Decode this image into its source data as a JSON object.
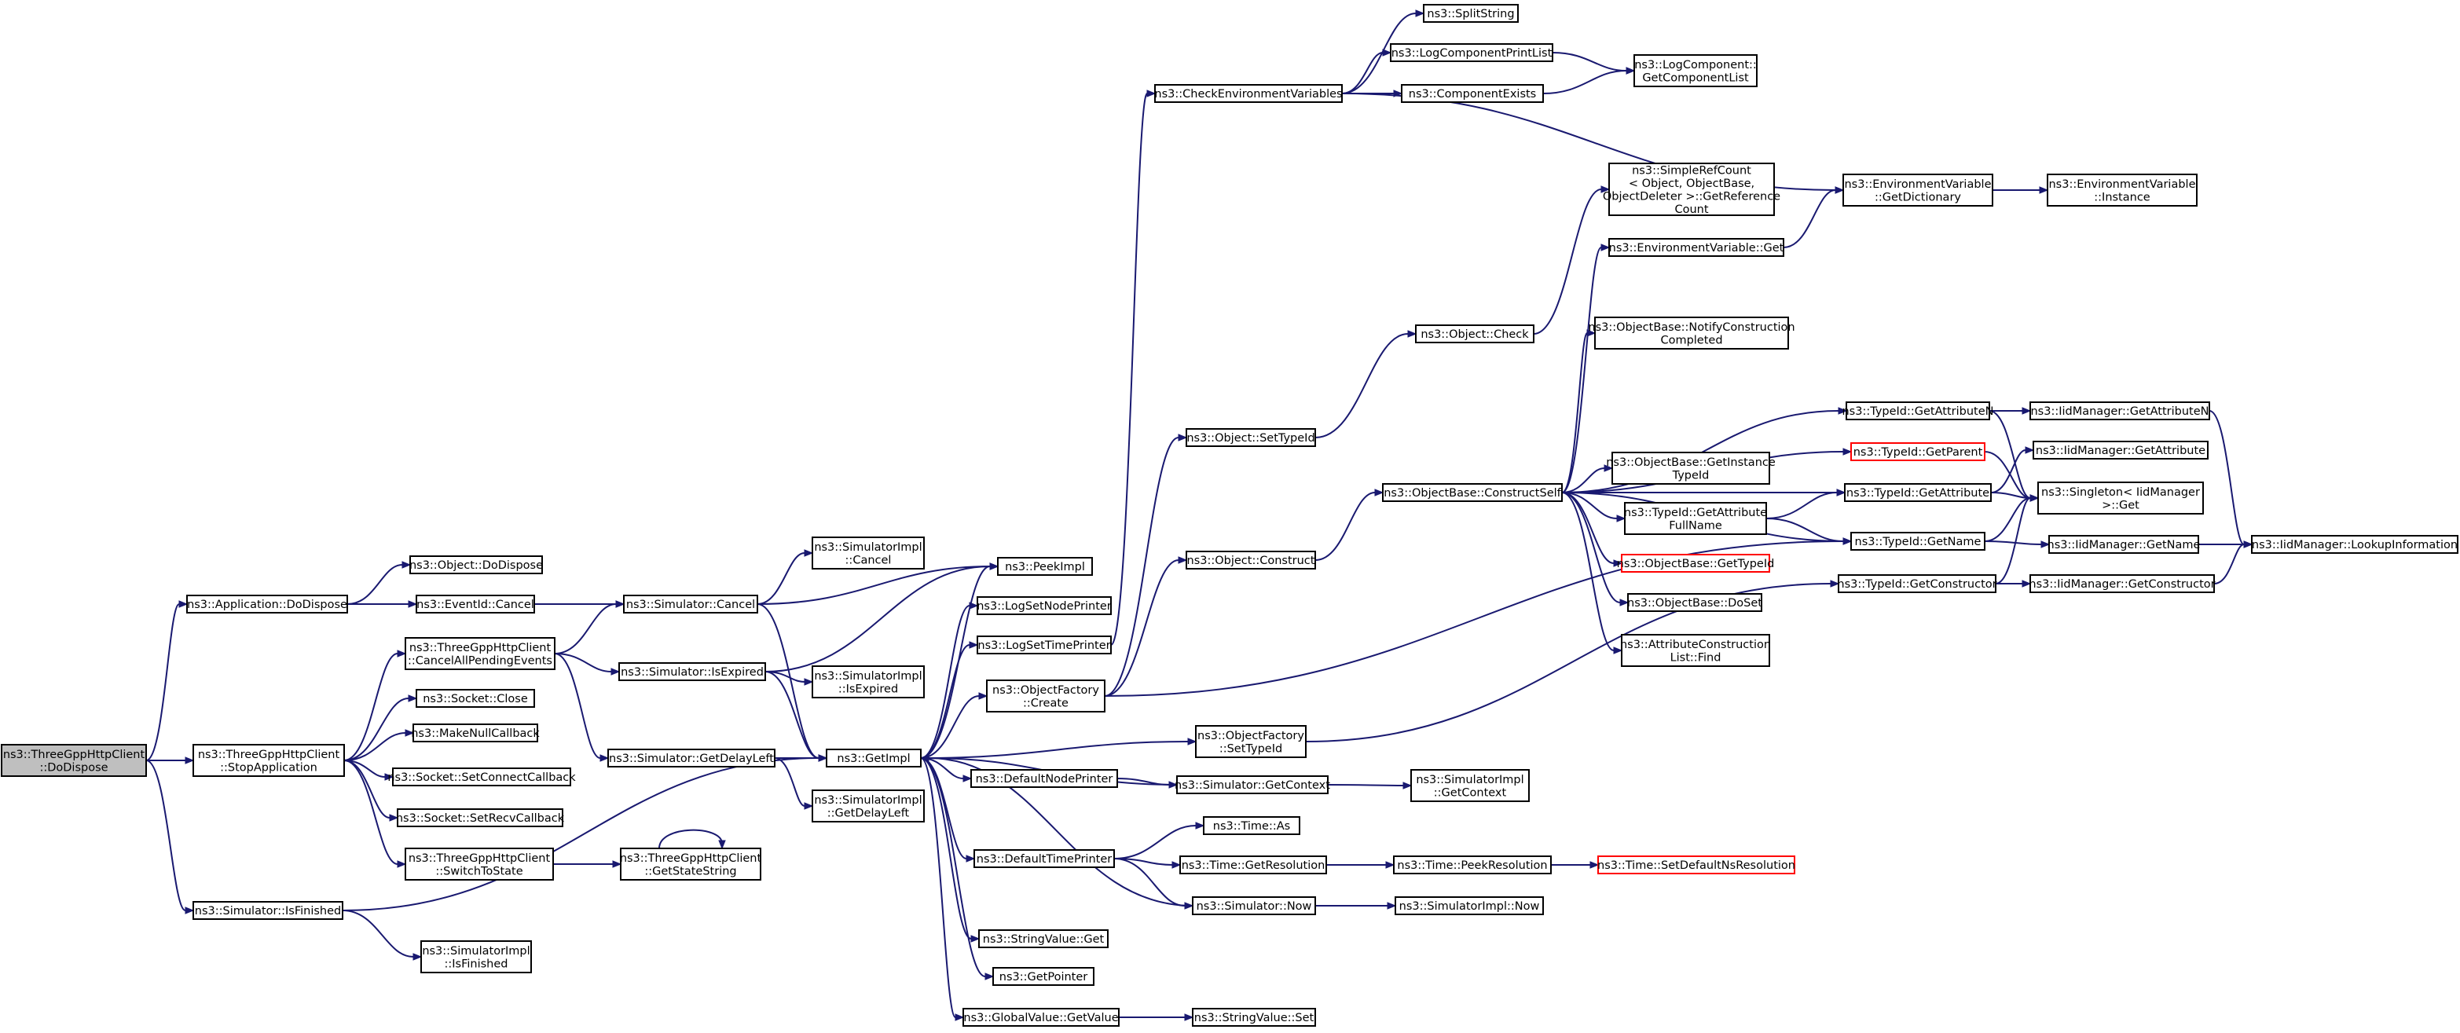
{
  "diagram": {
    "nodes": [
      {
        "id": "root",
        "lines": [
          "ns3::ThreeGppHttpClient",
          "::DoDispose"
        ],
        "style": "root"
      },
      {
        "id": "app_dodispose",
        "lines": [
          "ns3::Application::DoDispose"
        ]
      },
      {
        "id": "stopapp",
        "lines": [
          "ns3::ThreeGppHttpClient",
          "::StopApplication"
        ]
      },
      {
        "id": "sim_isfinished",
        "lines": [
          "ns3::Simulator::IsFinished"
        ]
      },
      {
        "id": "obj_dodispose",
        "lines": [
          "ns3::Object::DoDispose"
        ]
      },
      {
        "id": "eventid_cancel",
        "lines": [
          "ns3::EventId::Cancel"
        ]
      },
      {
        "id": "cancelall",
        "lines": [
          "ns3::ThreeGppHttpClient",
          "::CancelAllPendingEvents"
        ]
      },
      {
        "id": "socket_close",
        "lines": [
          "ns3::Socket::Close"
        ]
      },
      {
        "id": "makenullcb",
        "lines": [
          "ns3::MakeNullCallback"
        ]
      },
      {
        "id": "setconnectcb",
        "lines": [
          "ns3::Socket::SetConnectCallback"
        ]
      },
      {
        "id": "setrecvcb",
        "lines": [
          "ns3::Socket::SetRecvCallback"
        ]
      },
      {
        "id": "switchtostate",
        "lines": [
          "ns3::ThreeGppHttpClient",
          "::SwitchToState"
        ]
      },
      {
        "id": "simimpl_isfinished",
        "lines": [
          "ns3::SimulatorImpl",
          "::IsFinished"
        ]
      },
      {
        "id": "sim_cancel",
        "lines": [
          "ns3::Simulator::Cancel"
        ]
      },
      {
        "id": "sim_isexpired",
        "lines": [
          "ns3::Simulator::IsExpired"
        ]
      },
      {
        "id": "sim_getdelayleft",
        "lines": [
          "ns3::Simulator::GetDelayLeft"
        ]
      },
      {
        "id": "getstatestring",
        "lines": [
          "ns3::ThreeGppHttpClient",
          "::GetStateString"
        ]
      },
      {
        "id": "simimpl_cancel",
        "lines": [
          "ns3::SimulatorImpl",
          "::Cancel"
        ]
      },
      {
        "id": "simimpl_isexpired",
        "lines": [
          "ns3::SimulatorImpl",
          "::IsExpired"
        ]
      },
      {
        "id": "getimpl",
        "lines": [
          "ns3::GetImpl"
        ]
      },
      {
        "id": "simimpl_getdelayleft",
        "lines": [
          "ns3::SimulatorImpl",
          "::GetDelayLeft"
        ]
      },
      {
        "id": "peekimpl",
        "lines": [
          "ns3::PeekImpl"
        ]
      },
      {
        "id": "logsetnodeprinter",
        "lines": [
          "ns3::LogSetNodePrinter"
        ]
      },
      {
        "id": "logsettimeprinter",
        "lines": [
          "ns3::LogSetTimePrinter"
        ]
      },
      {
        "id": "objfactory_create",
        "lines": [
          "ns3::ObjectFactory",
          "::Create"
        ]
      },
      {
        "id": "defaultnodeprinter",
        "lines": [
          "ns3::DefaultNodePrinter"
        ]
      },
      {
        "id": "defaulttimeprinter",
        "lines": [
          "ns3::DefaultTimePrinter"
        ]
      },
      {
        "id": "stringvalue_get",
        "lines": [
          "ns3::StringValue::Get"
        ]
      },
      {
        "id": "getpointer",
        "lines": [
          "ns3::GetPointer"
        ]
      },
      {
        "id": "globalvalue_getvalue",
        "lines": [
          "ns3::GlobalValue::GetValue"
        ]
      },
      {
        "id": "checkenvvars",
        "lines": [
          "ns3::CheckEnvironmentVariables"
        ]
      },
      {
        "id": "obj_settypeid",
        "lines": [
          "ns3::Object::SetTypeId"
        ]
      },
      {
        "id": "obj_construct",
        "lines": [
          "ns3::Object::Construct"
        ]
      },
      {
        "id": "objfactory_settypeid",
        "lines": [
          "ns3::ObjectFactory",
          "::SetTypeId"
        ]
      },
      {
        "id": "sim_getcontext",
        "lines": [
          "ns3::Simulator::GetContext"
        ]
      },
      {
        "id": "time_as",
        "lines": [
          "ns3::Time::As"
        ]
      },
      {
        "id": "time_getresolution",
        "lines": [
          "ns3::Time::GetResolution"
        ]
      },
      {
        "id": "sim_now",
        "lines": [
          "ns3::Simulator::Now"
        ]
      },
      {
        "id": "stringvalue_set",
        "lines": [
          "ns3::StringValue::Set"
        ]
      },
      {
        "id": "splitstring",
        "lines": [
          "ns3::SplitString"
        ]
      },
      {
        "id": "logcompprintlist",
        "lines": [
          "ns3::LogComponentPrintList"
        ]
      },
      {
        "id": "componentexists",
        "lines": [
          "ns3::ComponentExists"
        ]
      },
      {
        "id": "obj_check",
        "lines": [
          "ns3::Object::Check"
        ]
      },
      {
        "id": "objbase_constructself",
        "lines": [
          "ns3::ObjectBase::ConstructSelf"
        ]
      },
      {
        "id": "simimpl_getcontext",
        "lines": [
          "ns3::SimulatorImpl",
          "::GetContext"
        ]
      },
      {
        "id": "time_peekresolution",
        "lines": [
          "ns3::Time::PeekResolution"
        ]
      },
      {
        "id": "simimpl_now",
        "lines": [
          "ns3::SimulatorImpl::Now"
        ]
      },
      {
        "id": "logcomp_getcomplist",
        "lines": [
          "ns3::LogComponent::",
          "GetComponentList"
        ]
      },
      {
        "id": "simplerefcount",
        "lines": [
          "ns3::SimpleRefCount",
          "< Object, ObjectBase,",
          "ObjectDeleter >::GetReference",
          "Count"
        ]
      },
      {
        "id": "envvar_get",
        "lines": [
          "ns3::EnvironmentVariable::Get"
        ]
      },
      {
        "id": "notifyconstruction",
        "lines": [
          "ns3::ObjectBase::NotifyConstruction",
          "Completed"
        ]
      },
      {
        "id": "getinstancetypeid",
        "lines": [
          "ns3::ObjectBase::GetInstance",
          "TypeId"
        ]
      },
      {
        "id": "getattributefullname",
        "lines": [
          "ns3::TypeId::GetAttribute",
          "FullName"
        ]
      },
      {
        "id": "objbase_gettypeid",
        "lines": [
          "ns3::ObjectBase::GetTypeId"
        ],
        "style": "red"
      },
      {
        "id": "objbase_doset",
        "lines": [
          "ns3::ObjectBase::DoSet"
        ]
      },
      {
        "id": "attrconstructionlist_find",
        "lines": [
          "ns3::AttributeConstruction",
          "List::Find"
        ]
      },
      {
        "id": "time_setdefaultnsres",
        "lines": [
          "ns3::Time::SetDefaultNsResolution"
        ],
        "style": "red"
      },
      {
        "id": "envvar_getdictionary",
        "lines": [
          "ns3::EnvironmentVariable",
          "::GetDictionary"
        ]
      },
      {
        "id": "typeid_getattributen",
        "lines": [
          "ns3::TypeId::GetAttributeN"
        ]
      },
      {
        "id": "typeid_getparent",
        "lines": [
          "ns3::TypeId::GetParent"
        ],
        "style": "red"
      },
      {
        "id": "typeid_getattribute",
        "lines": [
          "ns3::TypeId::GetAttribute"
        ]
      },
      {
        "id": "typeid_getname",
        "lines": [
          "ns3::TypeId::GetName"
        ]
      },
      {
        "id": "typeid_getconstructor",
        "lines": [
          "ns3::TypeId::GetConstructor"
        ]
      },
      {
        "id": "envvar_instance",
        "lines": [
          "ns3::EnvironmentVariable",
          "::Instance"
        ]
      },
      {
        "id": "iidmgr_getattributen",
        "lines": [
          "ns3::IidManager::GetAttributeN"
        ]
      },
      {
        "id": "iidmgr_getattribute",
        "lines": [
          "ns3::IidManager::GetAttribute"
        ]
      },
      {
        "id": "singleton_get",
        "lines": [
          "ns3::Singleton< IidManager",
          ">::Get"
        ]
      },
      {
        "id": "iidmgr_getname",
        "lines": [
          "ns3::IidManager::GetName"
        ]
      },
      {
        "id": "iidmgr_getconstructor",
        "lines": [
          "ns3::IidManager::GetConstructor"
        ]
      },
      {
        "id": "iidmgr_lookupinfo",
        "lines": [
          "ns3::IidManager::LookupInformation"
        ]
      }
    ],
    "edges": [
      [
        "root",
        "app_dodispose"
      ],
      [
        "root",
        "stopapp"
      ],
      [
        "root",
        "sim_isfinished"
      ],
      [
        "app_dodispose",
        "obj_dodispose"
      ],
      [
        "app_dodispose",
        "eventid_cancel"
      ],
      [
        "eventid_cancel",
        "sim_cancel"
      ],
      [
        "stopapp",
        "cancelall"
      ],
      [
        "stopapp",
        "socket_close"
      ],
      [
        "stopapp",
        "makenullcb"
      ],
      [
        "stopapp",
        "setconnectcb"
      ],
      [
        "stopapp",
        "setrecvcb"
      ],
      [
        "stopapp",
        "switchtostate"
      ],
      [
        "sim_isfinished",
        "getimpl"
      ],
      [
        "sim_isfinished",
        "simimpl_isfinished"
      ],
      [
        "cancelall",
        "sim_cancel"
      ],
      [
        "cancelall",
        "sim_isexpired"
      ],
      [
        "cancelall",
        "sim_getdelayleft"
      ],
      [
        "switchtostate",
        "getstatestring"
      ],
      [
        "getstatestring",
        "getstatestring"
      ],
      [
        "sim_cancel",
        "simimpl_cancel"
      ],
      [
        "sim_cancel",
        "peekimpl"
      ],
      [
        "sim_cancel",
        "getimpl"
      ],
      [
        "sim_isexpired",
        "peekimpl"
      ],
      [
        "sim_isexpired",
        "simimpl_isexpired"
      ],
      [
        "sim_isexpired",
        "getimpl"
      ],
      [
        "sim_getdelayleft",
        "getimpl"
      ],
      [
        "sim_getdelayleft",
        "simimpl_getdelayleft"
      ],
      [
        "getimpl",
        "peekimpl"
      ],
      [
        "getimpl",
        "logsetnodeprinter"
      ],
      [
        "getimpl",
        "logsettimeprinter"
      ],
      [
        "getimpl",
        "objfactory_create"
      ],
      [
        "getimpl",
        "objfactory_settypeid"
      ],
      [
        "getimpl",
        "defaultnodeprinter"
      ],
      [
        "getimpl",
        "defaulttimeprinter"
      ],
      [
        "getimpl",
        "stringvalue_get"
      ],
      [
        "getimpl",
        "getpointer"
      ],
      [
        "getimpl",
        "globalvalue_getvalue"
      ],
      [
        "logsettimeprinter",
        "checkenvvars"
      ],
      [
        "objfactory_create",
        "obj_settypeid"
      ],
      [
        "objfactory_create",
        "obj_construct"
      ],
      [
        "objfactory_create",
        "typeid_getname"
      ],
      [
        "defaultnodeprinter",
        "sim_getcontext"
      ],
      [
        "sim_getcontext",
        "getimpl"
      ],
      [
        "sim_getcontext",
        "simimpl_getcontext"
      ],
      [
        "defaulttimeprinter",
        "time_as"
      ],
      [
        "defaulttimeprinter",
        "time_getresolution"
      ],
      [
        "defaulttimeprinter",
        "sim_now"
      ],
      [
        "sim_now",
        "getimpl"
      ],
      [
        "sim_now",
        "simimpl_now"
      ],
      [
        "globalvalue_getvalue",
        "stringvalue_set"
      ],
      [
        "objfactory_settypeid",
        "typeid_getconstructor"
      ],
      [
        "time_getresolution",
        "time_peekresolution"
      ],
      [
        "time_peekresolution",
        "time_setdefaultnsres"
      ],
      [
        "checkenvvars",
        "splitstring"
      ],
      [
        "checkenvvars",
        "logcompprintlist"
      ],
      [
        "checkenvvars",
        "componentexists"
      ],
      [
        "checkenvvars",
        "envvar_getdictionary"
      ],
      [
        "logcompprintlist",
        "logcomp_getcomplist"
      ],
      [
        "componentexists",
        "logcomp_getcomplist"
      ],
      [
        "obj_settypeid",
        "obj_check"
      ],
      [
        "obj_check",
        "simplerefcount"
      ],
      [
        "obj_construct",
        "objbase_constructself"
      ],
      [
        "objbase_constructself",
        "envvar_get"
      ],
      [
        "objbase_constructself",
        "notifyconstruction"
      ],
      [
        "objbase_constructself",
        "typeid_getattributen"
      ],
      [
        "objbase_constructself",
        "typeid_getparent"
      ],
      [
        "objbase_constructself",
        "typeid_getattribute"
      ],
      [
        "objbase_constructself",
        "getinstancetypeid"
      ],
      [
        "objbase_constructself",
        "getattributefullname"
      ],
      [
        "objbase_constructself",
        "objbase_gettypeid"
      ],
      [
        "objbase_constructself",
        "objbase_doset"
      ],
      [
        "objbase_constructself",
        "attrconstructionlist_find"
      ],
      [
        "objbase_constructself",
        "typeid_getname"
      ],
      [
        "envvar_get",
        "envvar_getdictionary"
      ],
      [
        "envvar_getdictionary",
        "envvar_instance"
      ],
      [
        "getattributefullname",
        "typeid_getattribute"
      ],
      [
        "getattributefullname",
        "typeid_getname"
      ],
      [
        "typeid_getattributen",
        "iidmgr_getattributen"
      ],
      [
        "typeid_getattributen",
        "singleton_get"
      ],
      [
        "typeid_getparent",
        "singleton_get"
      ],
      [
        "typeid_getattribute",
        "iidmgr_getattribute"
      ],
      [
        "typeid_getattribute",
        "singleton_get"
      ],
      [
        "typeid_getname",
        "singleton_get"
      ],
      [
        "typeid_getname",
        "iidmgr_getname"
      ],
      [
        "typeid_getconstructor",
        "singleton_get"
      ],
      [
        "typeid_getconstructor",
        "iidmgr_getconstructor"
      ],
      [
        "iidmgr_getattributen",
        "iidmgr_lookupinfo"
      ],
      [
        "iidmgr_getname",
        "iidmgr_lookupinfo"
      ],
      [
        "iidmgr_getconstructor",
        "iidmgr_lookupinfo"
      ]
    ]
  }
}
